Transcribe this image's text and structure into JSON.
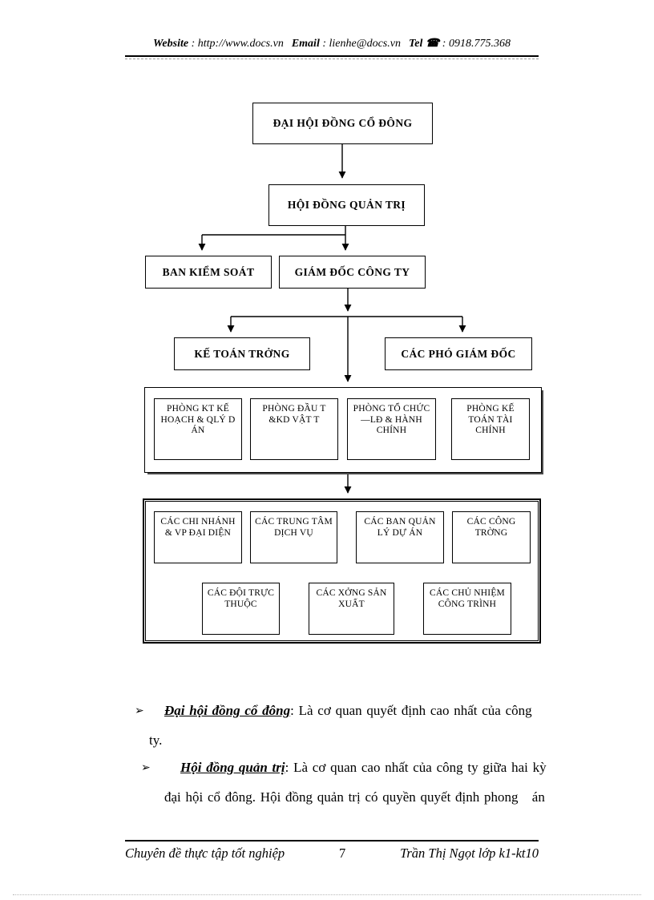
{
  "header": {
    "website_label": "Website",
    "website_value": " : http://www.docs.vn",
    "email_label": "Email",
    "email_value": " : lienhe@docs.vn",
    "tel_label": "Tel",
    "phone_icon": "☎",
    "tel_value": " : 0918.775.368"
  },
  "org_chart": {
    "nodes": {
      "dai_hoi_dong_co_dong": "ĐẠI HỘI ĐỒNG CỔ ĐÔNG",
      "hoi_dong_quan_tri": "HỘI ĐỒNG QUẢN TRỊ",
      "ban_kiem_soat": "BAN KIỂM SOÁT",
      "giam_doc_cong_ty": "GIÁM ĐỐC CÔNG TY",
      "ke_toan_truong": "KẾ TOÁN TRỞNG",
      "cac_pho_giam_doc": "CÁC PHÓ GIÁM ĐỐC"
    },
    "departments": [
      "PHÒNG KT KẾ HOẠCH & QLÝ D ÁN",
      "PHÒNG ĐẦU T  &KD VẬT T",
      "PHÒNG TỔ CHỨC —LĐ & HÀNH CHÍNH",
      "PHÒNG KẾ TOÁN TÀI CHÍNH"
    ],
    "units_row1": [
      "CÁC CHI NHÁNH & VP ĐẠI DIỆN",
      "CÁC TRUNG TÂM DỊCH VỤ",
      "CÁC BAN QUẢN LÝ DỰ ÁN",
      "CÁC CÔNG TRỜNG"
    ],
    "units_row2": [
      "CÁC ĐỘI TRỰC THUỘC",
      "CÁC XỞNG SẢN XUẤT",
      "CÁC CHỦ NHIỆM CÔNG TRÌNH"
    ]
  },
  "body": {
    "bullets": [
      {
        "marker": "➢",
        "term": "Đại hội đồng cổ đông",
        "sep": ":",
        "line1_rest": " Là cơ quan quyết định cao nhất của công",
        "line2": "ty."
      },
      {
        "marker": "➢",
        "term": "Hội đồng quản trị",
        "sep": ":",
        "line1_rest": " Là cơ quan cao nhất của công ty giữa hai kỳ",
        "line2": "đại hội cổ đông. Hội đồng quản trị có quyền quyết định phong   án"
      }
    ]
  },
  "footer": {
    "left": "Chuyên đề thực tập tốt nghiệp",
    "page_number": "7",
    "right": "Trần Thị Ngọt lớp k1-kt10"
  }
}
